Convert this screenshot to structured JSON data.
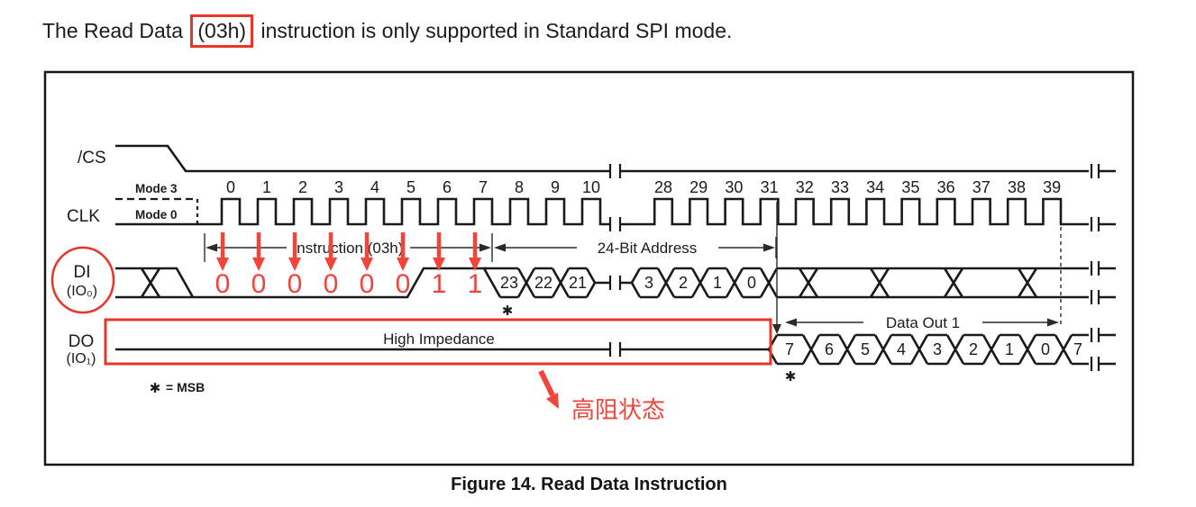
{
  "intro": {
    "before": "The Read Data ",
    "boxed": "(03h)",
    "after": " instruction is only supported in Standard SPI mode."
  },
  "figure": {
    "caption": "Figure 14. Read Data Instruction",
    "signals": {
      "cs": "/CS",
      "clk": "CLK",
      "di": "DI",
      "di_sub": "(IO₀)",
      "do": "DO",
      "do_sub": "(IO₁)"
    },
    "clk_modes": {
      "mode3": "Mode 3",
      "mode0": "Mode 0"
    },
    "clock_numbers_group1": [
      "0",
      "1",
      "2",
      "3",
      "4",
      "5",
      "6",
      "7",
      "8",
      "9",
      "10"
    ],
    "clock_numbers_group2": [
      "28",
      "29",
      "30",
      "31",
      "32",
      "33",
      "34",
      "35",
      "36",
      "37",
      "38",
      "39"
    ],
    "dim_labels": {
      "instruction": "Instruction (03h)",
      "address": "24-Bit Address",
      "data_out": "Data Out 1"
    },
    "di_bits": [
      "0",
      "0",
      "0",
      "0",
      "0",
      "0",
      "1",
      "1"
    ],
    "di_address_cells_1": [
      "23",
      "22",
      "21"
    ],
    "di_address_cells_2": [
      "3",
      "2",
      "1",
      "0"
    ],
    "do_cells": [
      "7",
      "6",
      "5",
      "4",
      "3",
      "2",
      "1",
      "0",
      "7"
    ],
    "do_line_label": "High Impedance",
    "msb_note": {
      "star": "✱",
      "text": "= MSB"
    },
    "annotation": {
      "hi_z": "高阻状态"
    },
    "colors": {
      "line": "#1a1a1a",
      "thin": "#2a2a2a",
      "text": "#1b1b1b",
      "red": "#e8352a",
      "red_bright": "#f2443a"
    }
  }
}
